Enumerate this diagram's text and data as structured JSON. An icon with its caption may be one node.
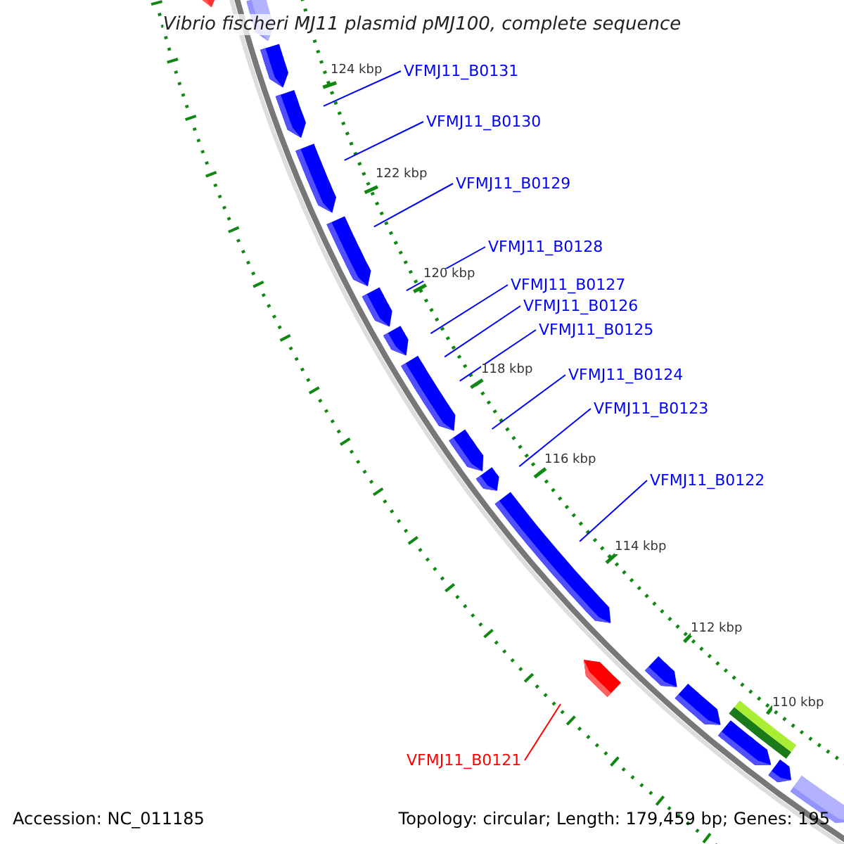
{
  "diagram": {
    "title": "Vibrio fischeri MJ11 plasmid pMJ100, complete sequence",
    "nodes": [
      {
        "text": [
          "VFMJ11_B0131"
        ]
      },
      {
        "text": [
          "VFMJ11_B0130"
        ]
      },
      {
        "text": [
          "VFMJ11_B0129"
        ]
      },
      {
        "text": [
          "VFMJ11_B0128"
        ]
      },
      {
        "text": [
          "VFMJ11_B0127"
        ]
      },
      {
        "text": [
          "VFMJ11_B0126"
        ]
      },
      {
        "text": [
          "VFMJ11_B0125"
        ]
      },
      {
        "text": [
          "VFMJ11_B0124"
        ]
      },
      {
        "text": [
          "VFMJ11_B0123"
        ]
      },
      {
        "text": [
          "VFMJ11_B0122"
        ]
      },
      {
        "text": [
          "VFMJ11_B0121"
        ]
      }
    ],
    "edges": [
      {
        "from": 0,
        "to": null,
        "arrow": "none"
      },
      {
        "from": 1,
        "to": null,
        "arrow": "none"
      },
      {
        "from": 2,
        "to": null,
        "arrow": "none"
      },
      {
        "from": 3,
        "to": null,
        "arrow": "none"
      },
      {
        "from": 4,
        "to": null,
        "arrow": "none"
      },
      {
        "from": 5,
        "to": null,
        "arrow": "none"
      },
      {
        "from": 6,
        "to": null,
        "arrow": "none"
      },
      {
        "from": 7,
        "to": null,
        "arrow": "none"
      },
      {
        "from": 8,
        "to": null,
        "arrow": "none"
      },
      {
        "from": 9,
        "to": null,
        "arrow": "none"
      },
      {
        "from": 10,
        "to": null,
        "arrow": "none",
        "color": "#ff0000"
      }
    ],
    "labels": [
      "124 kbp",
      "122 kbp",
      "120 kbp",
      "118 kbp",
      "116 kbp",
      "114 kbp",
      "112 kbp",
      "110 kbp",
      "Accession: NC_011185",
      "Topology: circular; Length: 179,459 bp; Genes: 195"
    ]
  }
}
